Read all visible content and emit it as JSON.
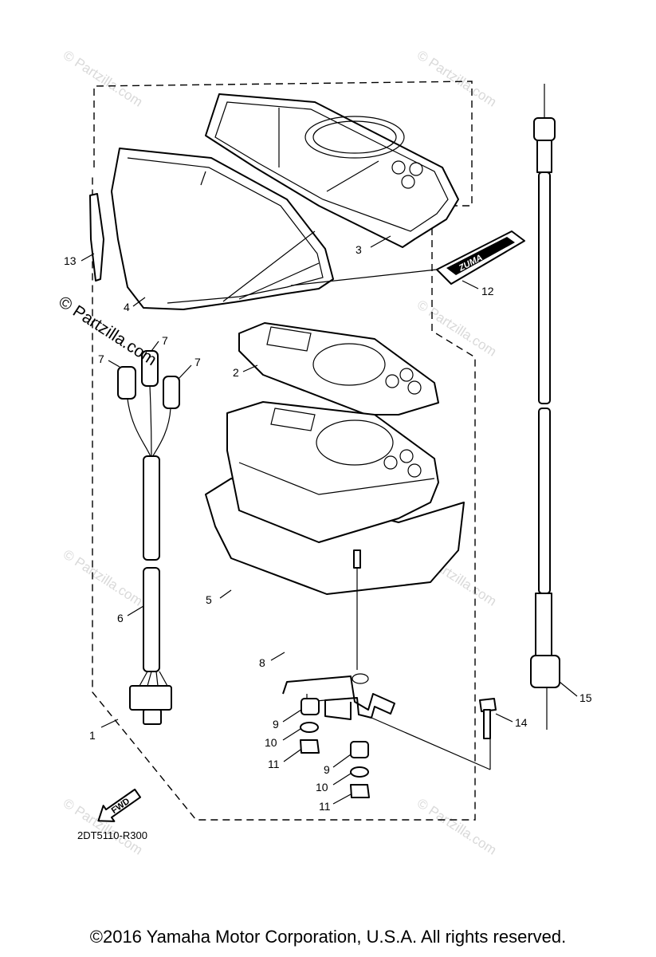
{
  "watermarks": {
    "faint": "© Partzilla.com",
    "main": "© Partzilla.com"
  },
  "callouts": {
    "c1": "1",
    "c2": "2",
    "c3": "3",
    "c4": "4",
    "c5": "5",
    "c6": "6",
    "c7a": "7",
    "c7b": "7",
    "c7c": "7",
    "c8": "8",
    "c9a": "9",
    "c9b": "9",
    "c10a": "10",
    "c10b": "10",
    "c11a": "11",
    "c11b": "11",
    "c12": "12",
    "c13": "13",
    "c14": "14",
    "c15": "15"
  },
  "fwd_label": "FWD",
  "emblem_text": "ZUMA",
  "figure_code": "2DT5110-R300",
  "copyright": "©2016 Yamaha Motor Corporation, U.S.A. All rights reserved."
}
